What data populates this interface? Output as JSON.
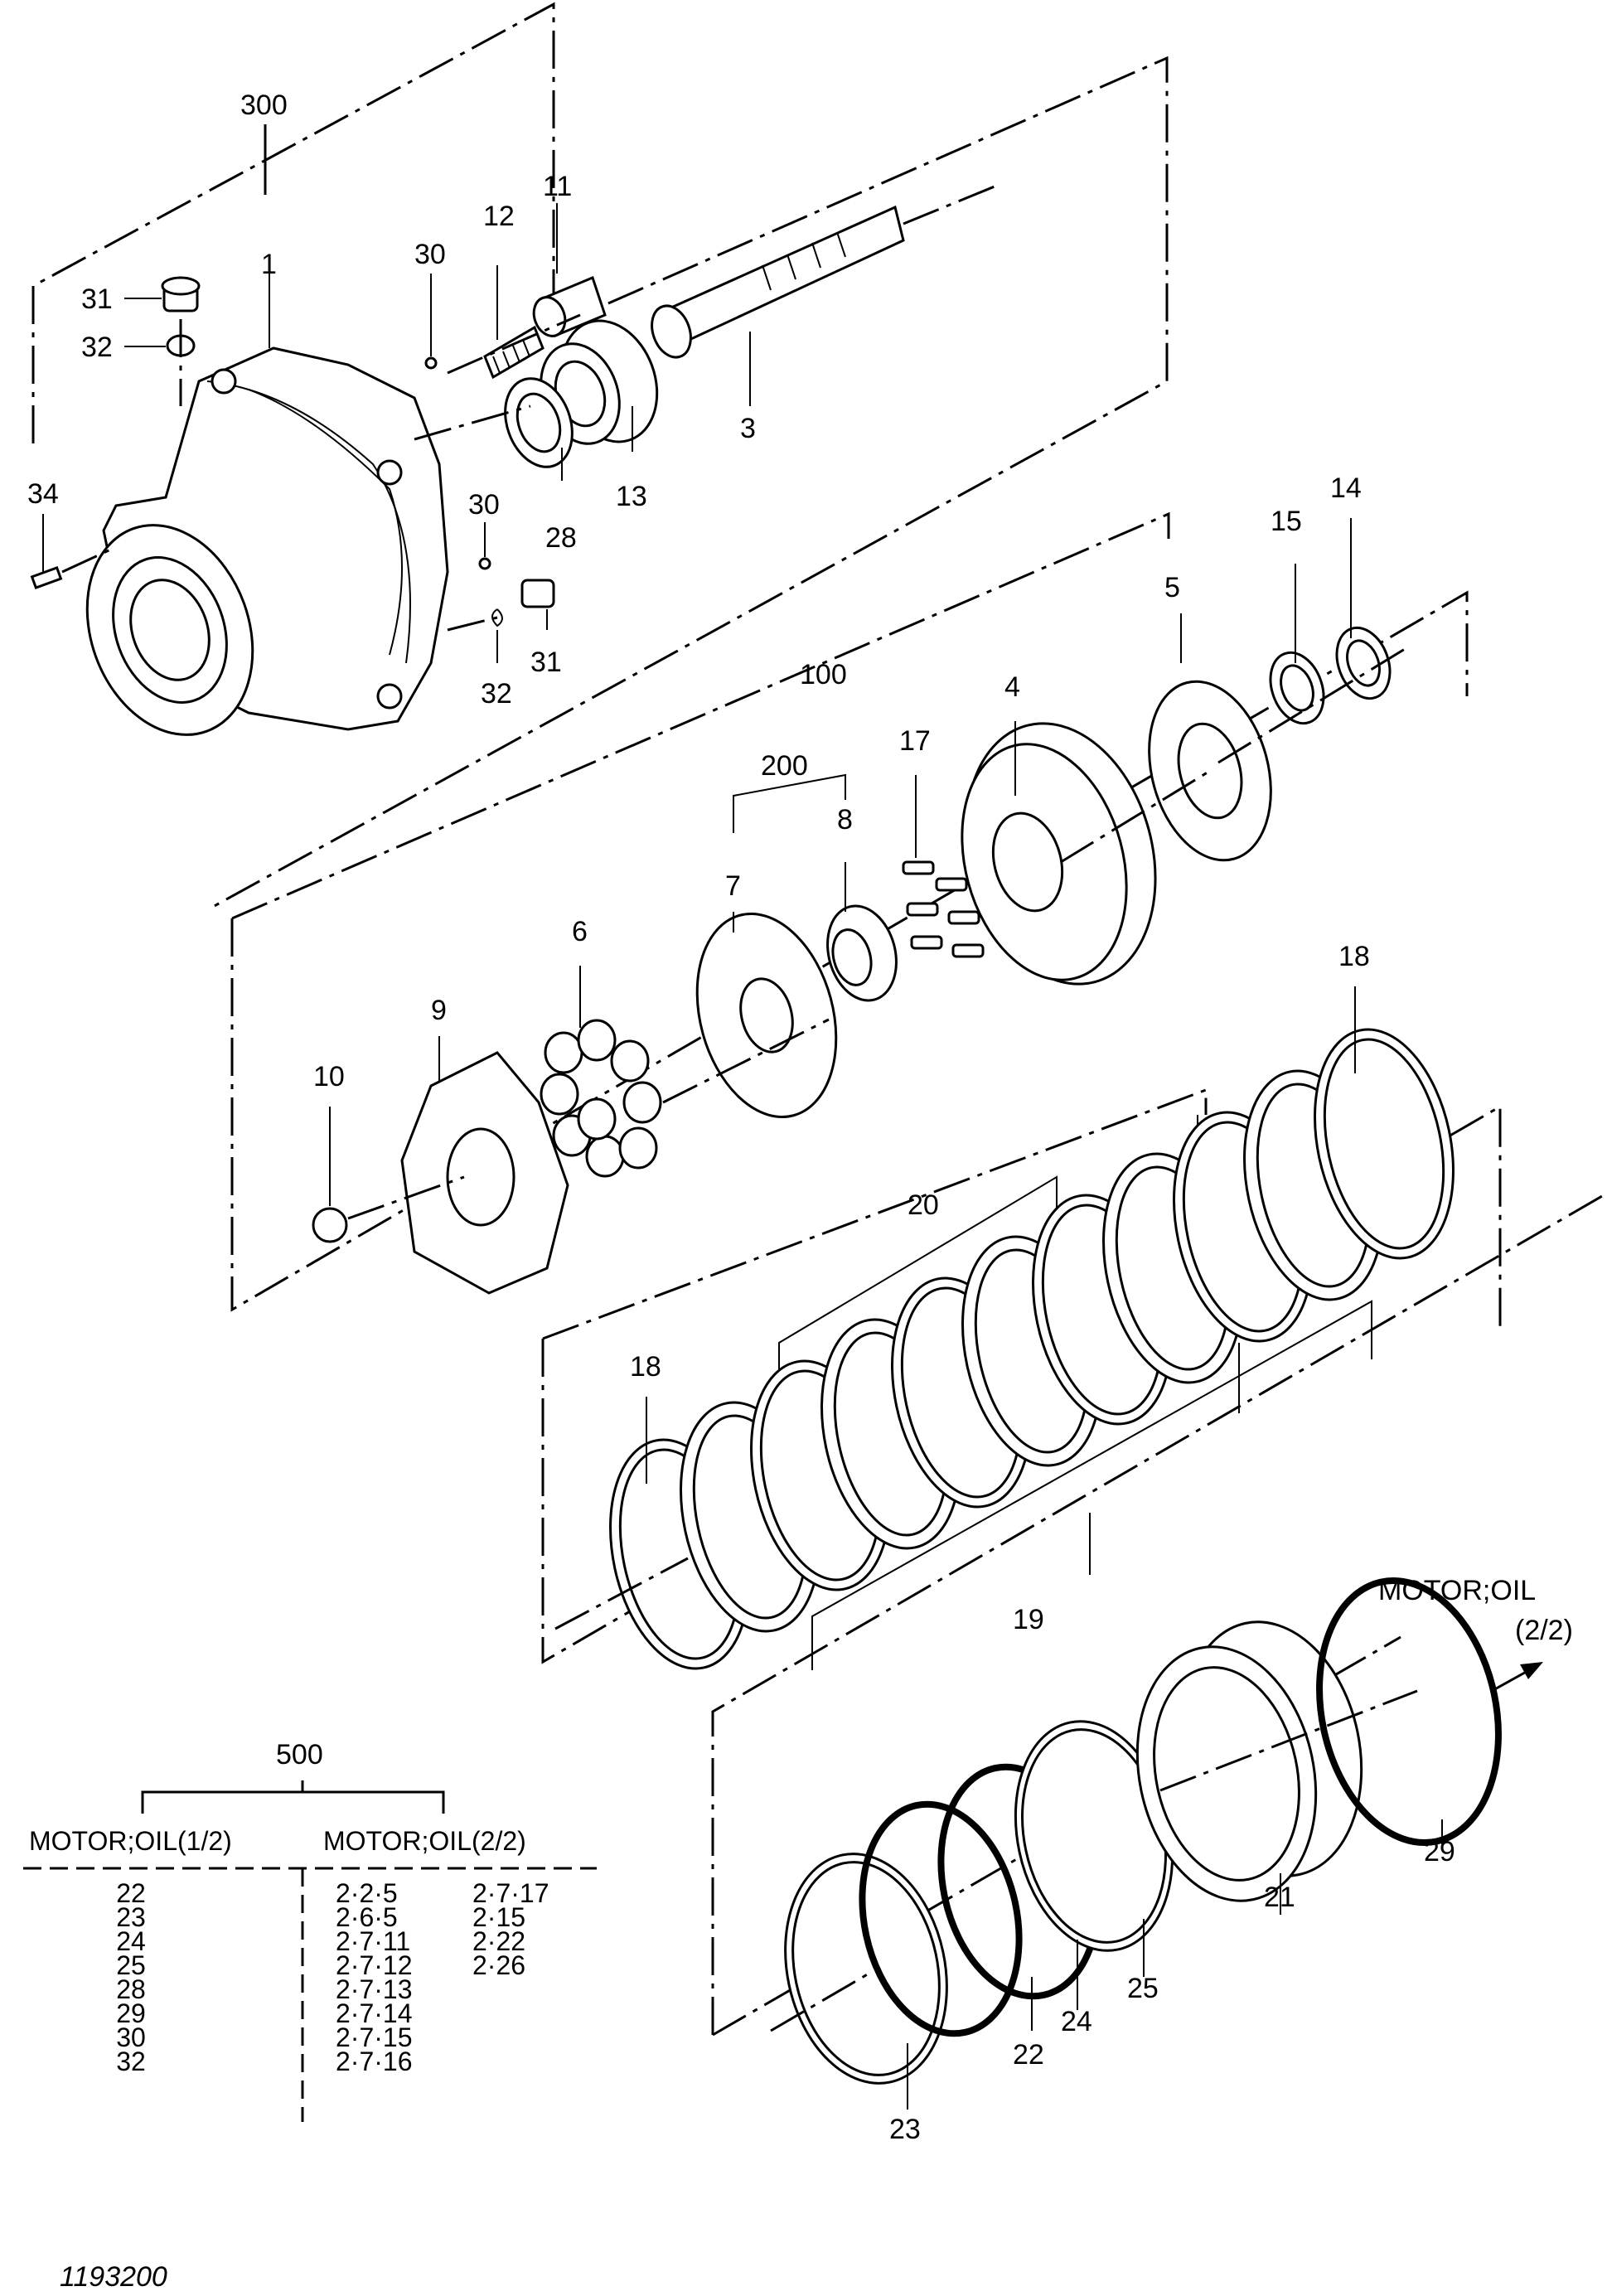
{
  "labels": {
    "p300": "300",
    "p1": "1",
    "p11": "11",
    "p12": "12",
    "p30a": "30",
    "p31a": "31",
    "p32a": "32",
    "p34": "34",
    "p3": "3",
    "p13": "13",
    "p28": "28",
    "p30b": "30",
    "p32b": "32",
    "p31b": "31",
    "p5": "5",
    "p15": "15",
    "p14": "14",
    "p100": "100",
    "p4": "4",
    "p17": "17",
    "p200": "200",
    "p8": "8",
    "p7": "7",
    "p6": "6",
    "p9": "9",
    "p10": "10",
    "p18a": "18",
    "p20": "20",
    "p18b": "18",
    "p19": "19",
    "p29": "29",
    "p21": "21",
    "p25": "25",
    "p24": "24",
    "p22": "22",
    "p23": "23"
  },
  "continuation": {
    "title": "MOTOR;OIL",
    "page": "(2/2)"
  },
  "kit_table": {
    "kit_number": "500",
    "col1_header": "MOTOR;OIL(1/2)",
    "col2_header": "MOTOR;OIL(2/2)",
    "col1": [
      "22",
      "23",
      "24",
      "25",
      "28",
      "29",
      "30",
      "32"
    ],
    "col2a": [
      "2·2·5",
      "2·6·5",
      "2·7·11",
      "2·7·12",
      "2·7·13",
      "2·7·14",
      "2·7·15",
      "2·7·16"
    ],
    "col2b": [
      "2·7·17",
      "2·15",
      "2·22",
      "2·26"
    ]
  },
  "drawing_number": "1193200"
}
